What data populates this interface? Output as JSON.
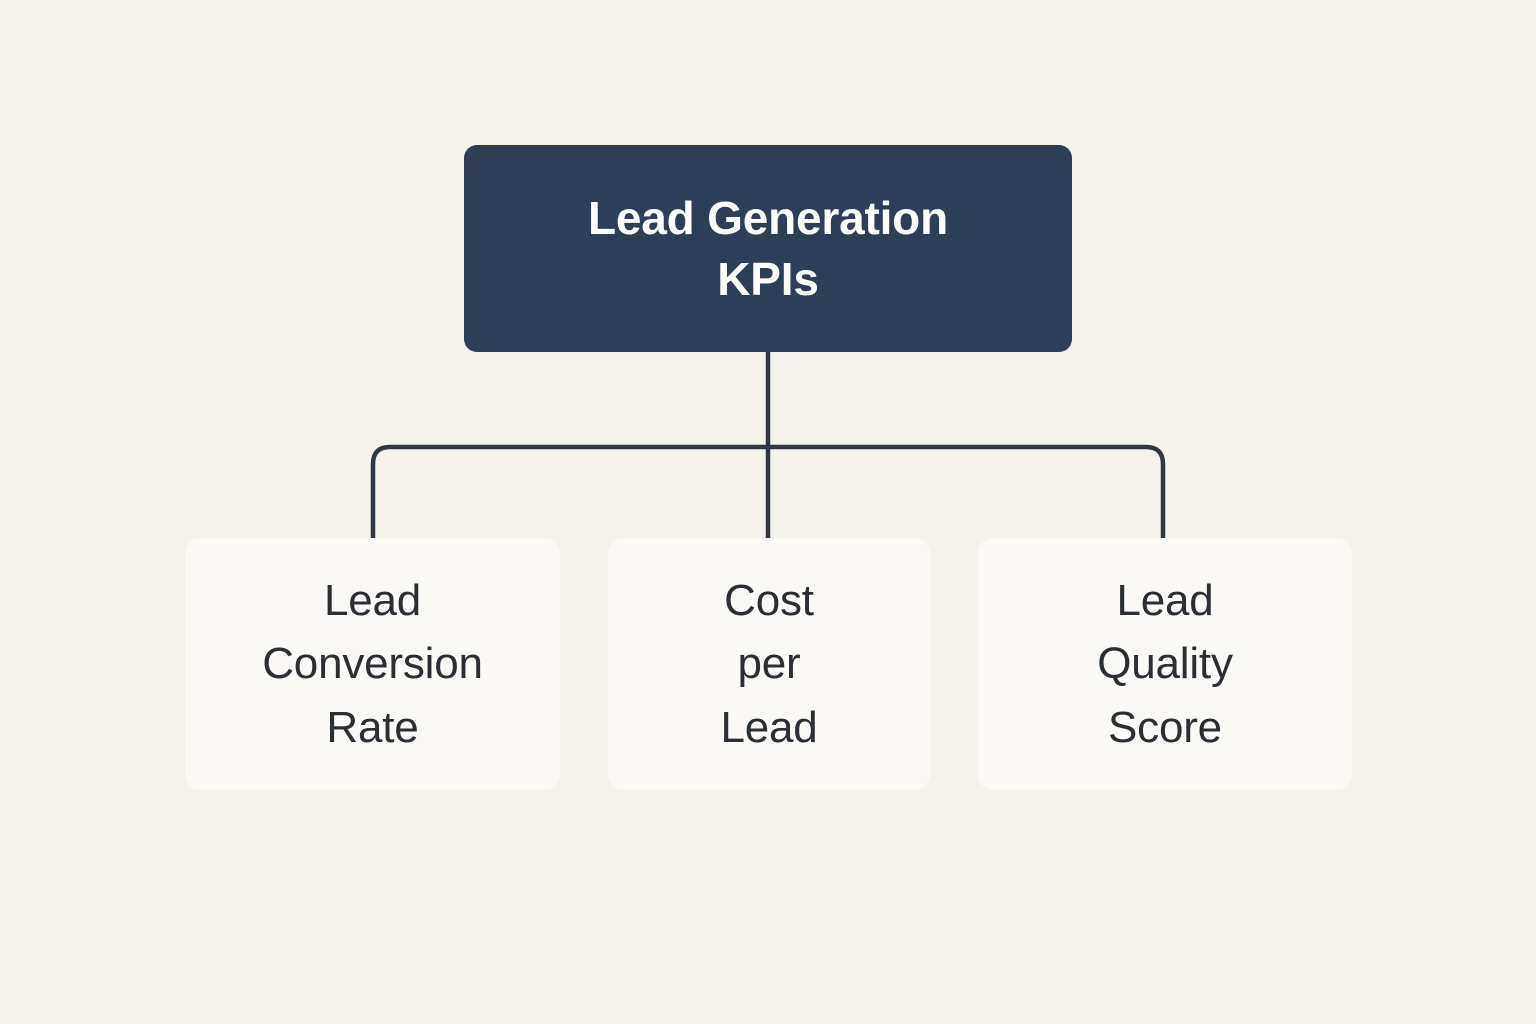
{
  "diagram": {
    "type": "organizational-tree",
    "orientation": "top-down",
    "background_color": "#f5f2ec",
    "root": {
      "label": "Lead Generation\nKPIs",
      "background_color": "#2d3e56",
      "text_color": "#fdfdfb"
    },
    "connector": {
      "color": "#2f3743",
      "style": "elbow"
    },
    "children": [
      {
        "label": "Lead\nConversion\nRate",
        "background_color": "#faf9f6",
        "text_color": "#2a2e35"
      },
      {
        "label": "Cost\nper\nLead",
        "background_color": "#faf9f6",
        "text_color": "#2a2e35"
      },
      {
        "label": "Lead\nQuality\nScore",
        "background_color": "#faf9f6",
        "text_color": "#2a2e35"
      }
    ]
  }
}
